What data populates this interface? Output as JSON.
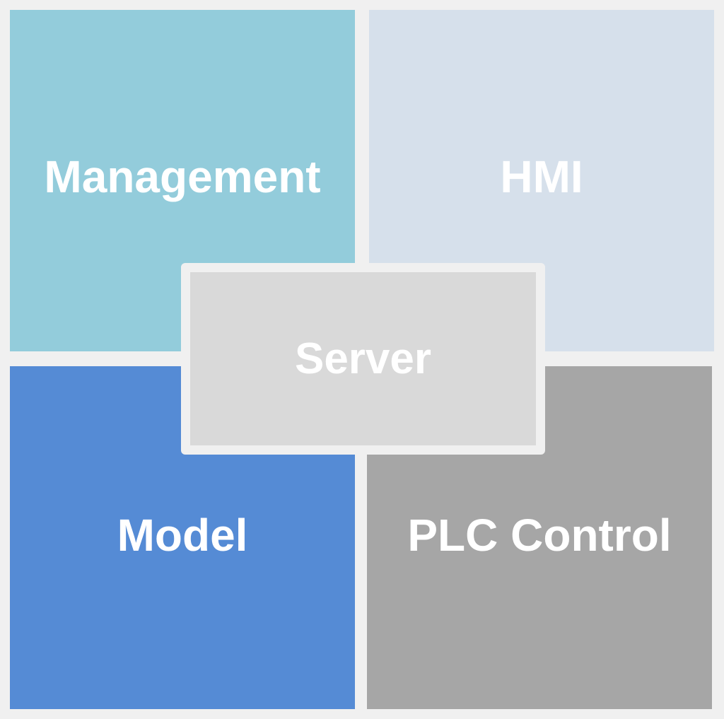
{
  "diagram": {
    "blocks": [
      {
        "id": "management",
        "label": "Management",
        "color": "#93ccdb"
      },
      {
        "id": "hmi",
        "label": "HMI",
        "color": "#d6e0eb"
      },
      {
        "id": "model",
        "label": "Model",
        "color": "#558bd5"
      },
      {
        "id": "plc",
        "label": "PLC Control",
        "color": "#a6a6a6"
      }
    ],
    "center": {
      "label": "Server",
      "color": "#d9d9d9"
    },
    "background_color": "#f0f0f0",
    "text_color": "#ffffff"
  }
}
